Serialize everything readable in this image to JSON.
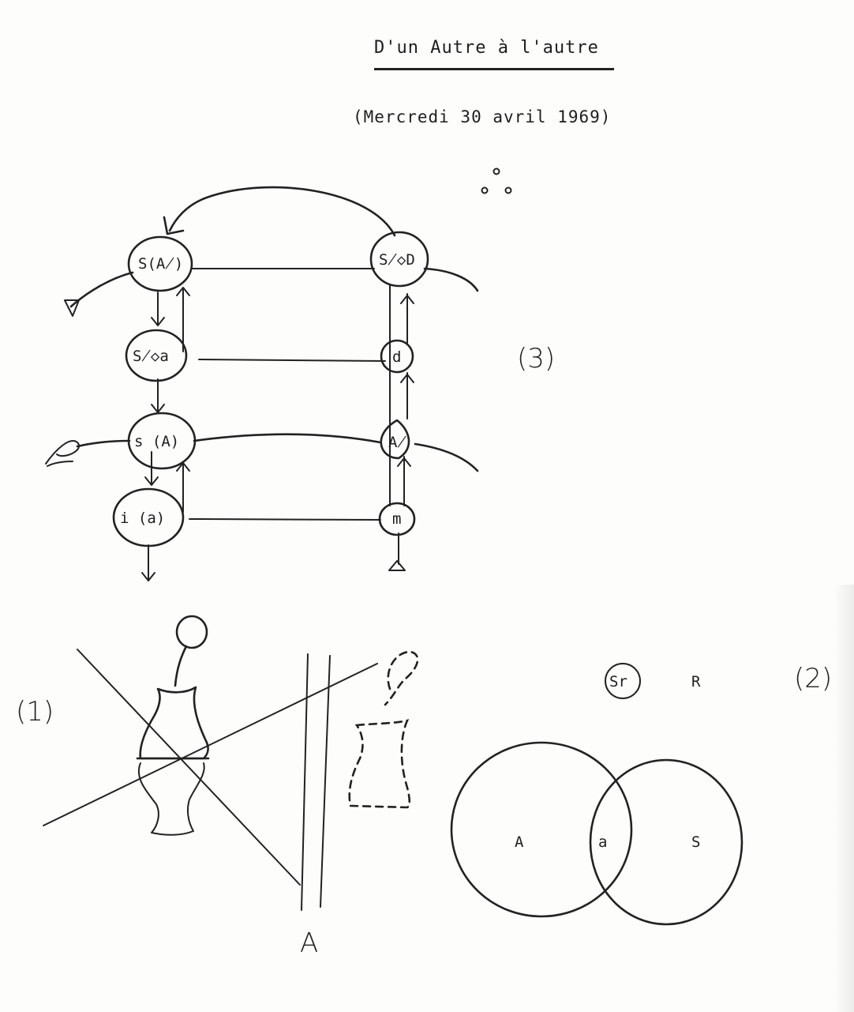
{
  "header": {
    "title": "D'un Autre à l'autre",
    "date": "(Mercredi 30 avril 1969)"
  },
  "graph": {
    "figure_number": "(3)",
    "nodes": {
      "s_barred_a": "S(A̸)",
      "s_losange_d": "S̸◇D",
      "s_losange_a": "S̸◇a",
      "d": "d",
      "s_a": "s (A)",
      "a_barred": "A̸",
      "i_a": "i (a)",
      "m": "m"
    }
  },
  "vase": {
    "figure_number": "(1)",
    "mirror_label": "A"
  },
  "venn": {
    "figure_number": "(2)",
    "sr_label": "Sr",
    "r_label": "R",
    "left_label": "A",
    "center_label": "a",
    "right_label": "S"
  }
}
